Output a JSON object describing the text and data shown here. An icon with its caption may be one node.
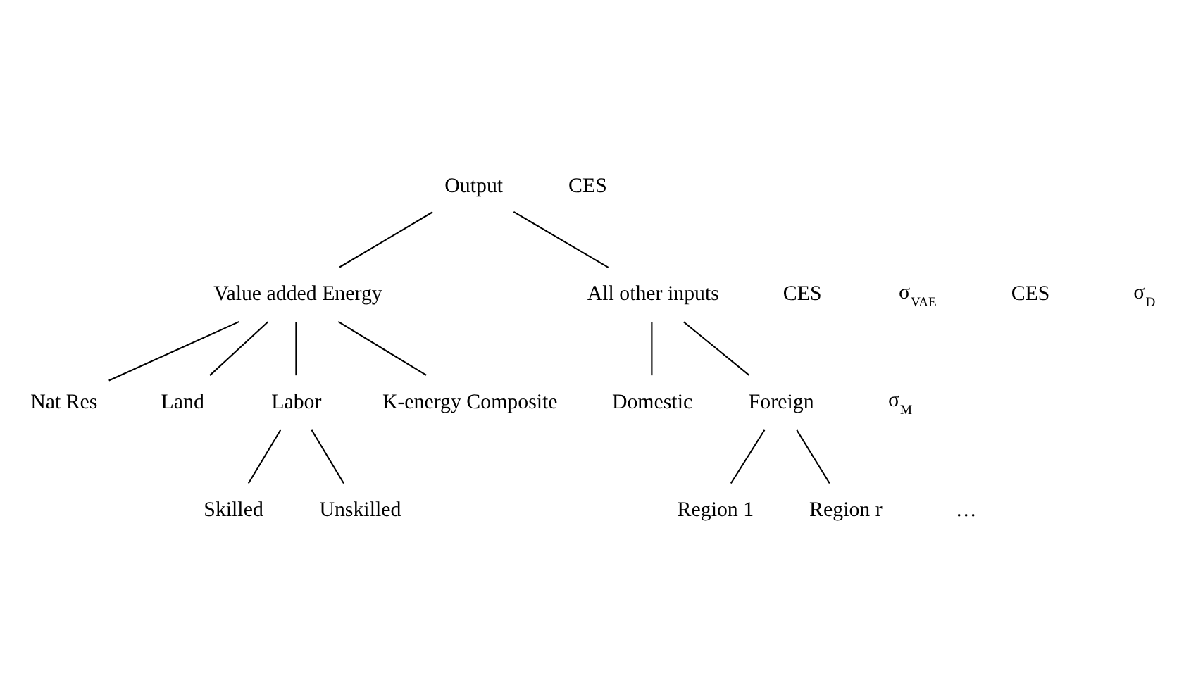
{
  "diagram": {
    "nodes": [
      {
        "text": [
          "Output"
        ]
      },
      {
        "text": [
          "Value added Energy"
        ]
      },
      {
        "text": [
          "All other inputs"
        ]
      },
      {
        "text": [
          "Nat Res"
        ]
      },
      {
        "text": [
          "Land"
        ]
      },
      {
        "text": [
          "Labor"
        ]
      },
      {
        "text": [
          "K-energy Composite"
        ]
      },
      {
        "text": [
          "Domestic"
        ]
      },
      {
        "text": [
          "Foreign"
        ]
      },
      {
        "text": [
          "Skilled"
        ]
      },
      {
        "text": [
          "Unskilled"
        ]
      },
      {
        "text": [
          "Region 1"
        ]
      },
      {
        "text": [
          "Region r"
        ]
      }
    ],
    "edges": [
      {
        "from": 0,
        "to": 1,
        "arrow": "none"
      },
      {
        "from": 0,
        "to": 2,
        "arrow": "none"
      },
      {
        "from": 1,
        "to": 3,
        "arrow": "none"
      },
      {
        "from": 1,
        "to": 4,
        "arrow": "none"
      },
      {
        "from": 1,
        "to": 5,
        "arrow": "none"
      },
      {
        "from": 1,
        "to": 6,
        "arrow": "none"
      },
      {
        "from": 2,
        "to": 7,
        "arrow": "none"
      },
      {
        "from": 2,
        "to": 8,
        "arrow": "none"
      },
      {
        "from": 5,
        "to": 9,
        "arrow": "none"
      },
      {
        "from": 5,
        "to": 10,
        "arrow": "none"
      },
      {
        "from": 8,
        "to": 11,
        "arrow": "none"
      },
      {
        "from": 8,
        "to": 12,
        "arrow": "none"
      }
    ],
    "labels": [
      "CES",
      "CES",
      "σ$_{VAE}$",
      "CES",
      "σ$_{D}$",
      "σ$_{M}$",
      "…"
    ]
  }
}
